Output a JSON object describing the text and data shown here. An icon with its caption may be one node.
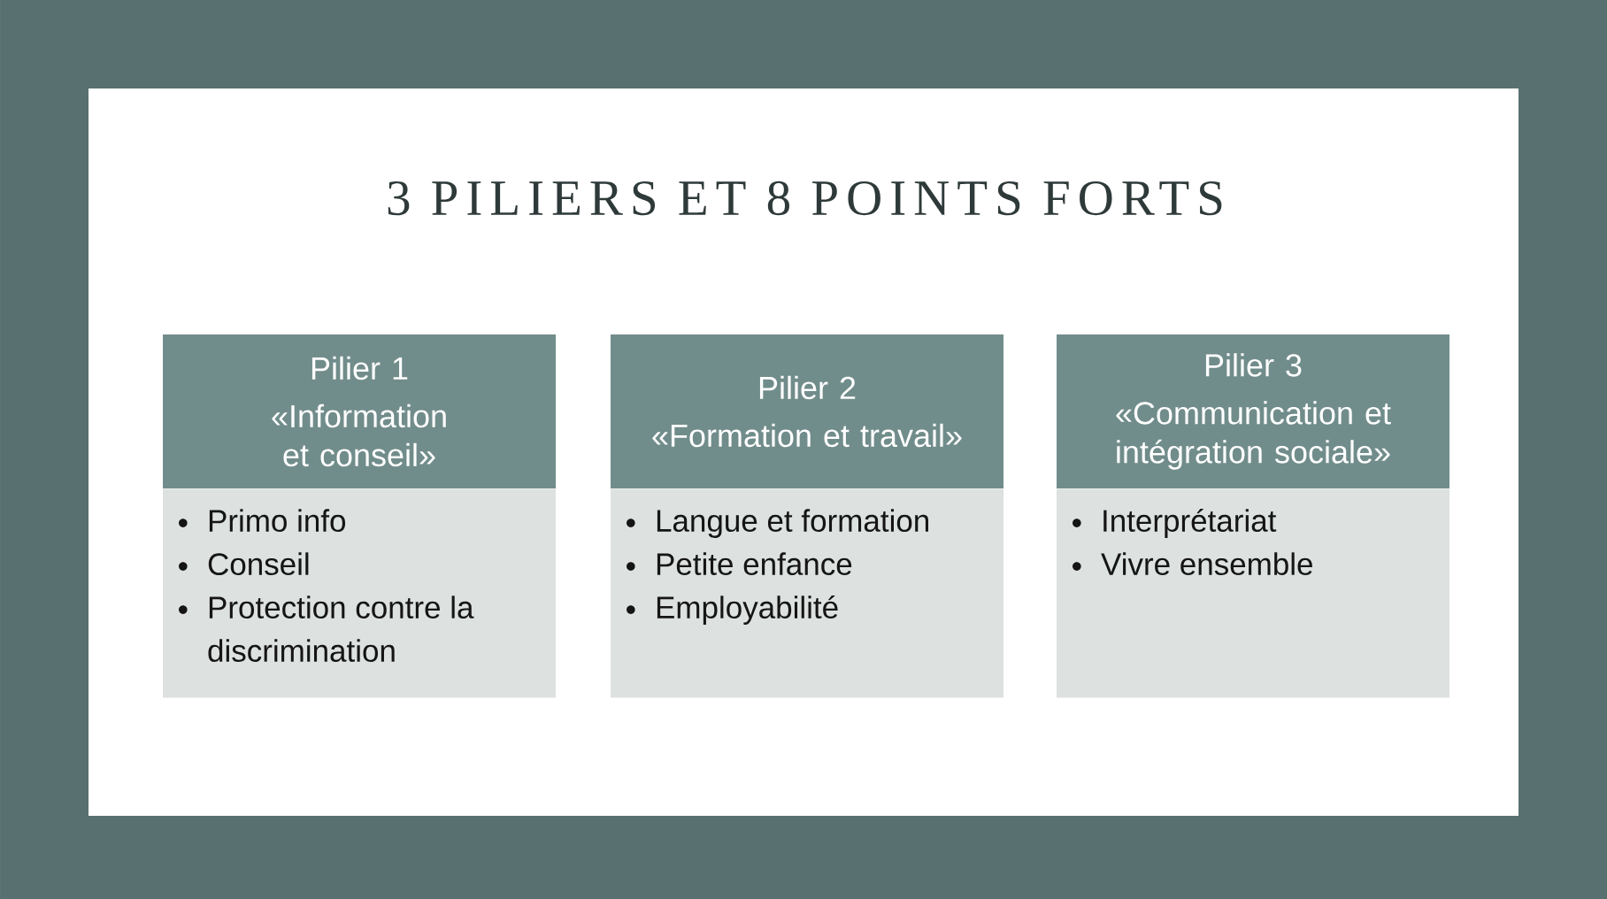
{
  "diagram": {
    "title": "3 PILIERS ET 8 POINTS FORTS",
    "nodes": [
      {
        "text": [
          "Pilier 1",
          "«Information et conseil»"
        ]
      },
      {
        "text": [
          "Primo info",
          "Conseil",
          "Protection contre la discrimination"
        ]
      },
      {
        "text": [
          "Pilier 2",
          "«Formation et travail»"
        ]
      },
      {
        "text": [
          "Langue et formation",
          "Petite enfance",
          "Employabilité"
        ]
      },
      {
        "text": [
          "Pilier 3",
          "«Communication et intégration sociale»"
        ]
      },
      {
        "text": [
          "Interprétariat",
          "Vivre ensemble"
        ]
      }
    ]
  }
}
